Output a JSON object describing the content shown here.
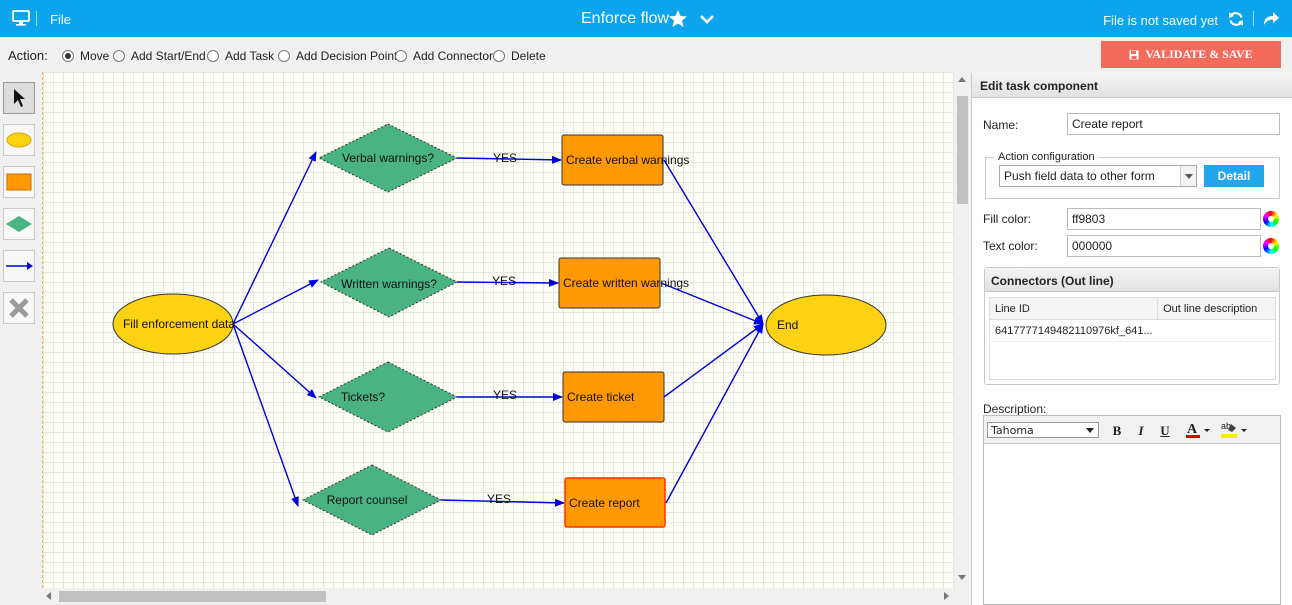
{
  "topbar": {
    "file_label": "File",
    "title": "Enforce flow",
    "save_status": "File is not saved yet",
    "icons": [
      "monitor-icon",
      "star-icon",
      "chevron-down-icon",
      "refresh-icon",
      "share-icon"
    ],
    "color": "#0ba4ed"
  },
  "actionbar": {
    "label": "Action:",
    "options": [
      "Move",
      "Add Start/End",
      "Add Task",
      "Add Decision Point",
      "Add Connector",
      "Delete"
    ],
    "selected": "Move",
    "validate_label": "VALIDATE & SAVE",
    "validate_color": "#f46b5c"
  },
  "palette": {
    "tools": [
      "pointer-icon",
      "start-end-shape-icon",
      "task-shape-icon",
      "decision-shape-icon",
      "connector-icon",
      "delete-icon"
    ]
  },
  "diagram": {
    "start": "Fill enforcement data",
    "end": "End",
    "decisions": [
      "Verbal warnings?",
      "Written warnings?",
      "Tickets?",
      "Report counsel"
    ],
    "tasks": [
      "Create verbal warnings",
      "Create written warnings",
      "Create ticket",
      "Create report"
    ],
    "edge_labels": [
      "YES",
      "YES",
      "YES",
      "YES"
    ],
    "colors": {
      "start_end": "#fdd212",
      "decision": "#4bb383",
      "task": "#ff9803",
      "selected_border": "#ff3300",
      "connector": "#0000dd"
    }
  },
  "panel": {
    "title": "Edit task component",
    "name_label": "Name:",
    "name_value": "Create report",
    "action_config_legend": "Action configuration",
    "action_select_value": "Push field data to other form",
    "detail_label": "Detail",
    "fill_color_label": "Fill color:",
    "fill_color_value": "ff9803",
    "text_color_label": "Text color:",
    "text_color_value": "000000",
    "connectors_title": "Connectors (Out line)",
    "connector_columns": [
      "Line ID",
      "Out line description"
    ],
    "connector_rows": [
      [
        "6417777149482110976kf_641...",
        ""
      ]
    ],
    "description_label": "Description:",
    "editor_font": "Tahoma",
    "editor_buttons": [
      "B",
      "I",
      "U"
    ]
  }
}
